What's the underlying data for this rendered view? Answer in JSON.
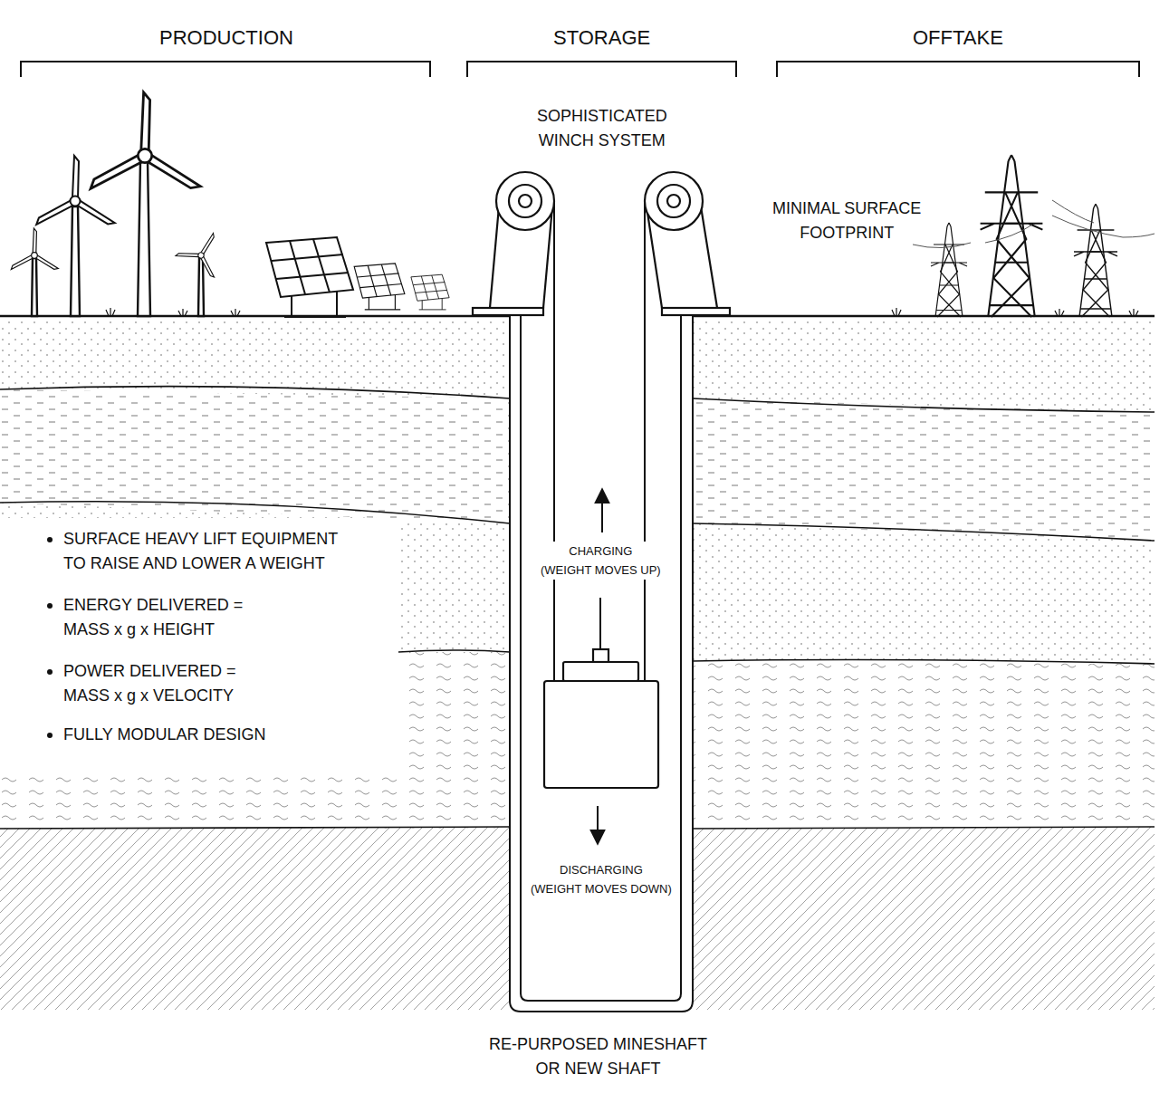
{
  "diagram": {
    "labels": [
      "PRODUCTION",
      "STORAGE",
      "OFFTAKE",
      "SOPHISTICATED WINCH SYSTEM",
      "MINIMAL SURFACE FOOTPRINT",
      "SURFACE HEAVY LIFT EQUIPMENT TO RAISE AND LOWER A WEIGHT",
      "ENERGY DELIVERED = MASS x g x HEIGHT",
      "POWER DELIVERED = MASS x g x VELOCITY",
      "FULLY MODULAR DESIGN",
      "CHARGING (WEIGHT MOVES UP)",
      "DISCHARGING (WEIGHT MOVES DOWN)",
      "RE-PURPOSED MINESHAFT OR NEW SHAFT"
    ]
  }
}
